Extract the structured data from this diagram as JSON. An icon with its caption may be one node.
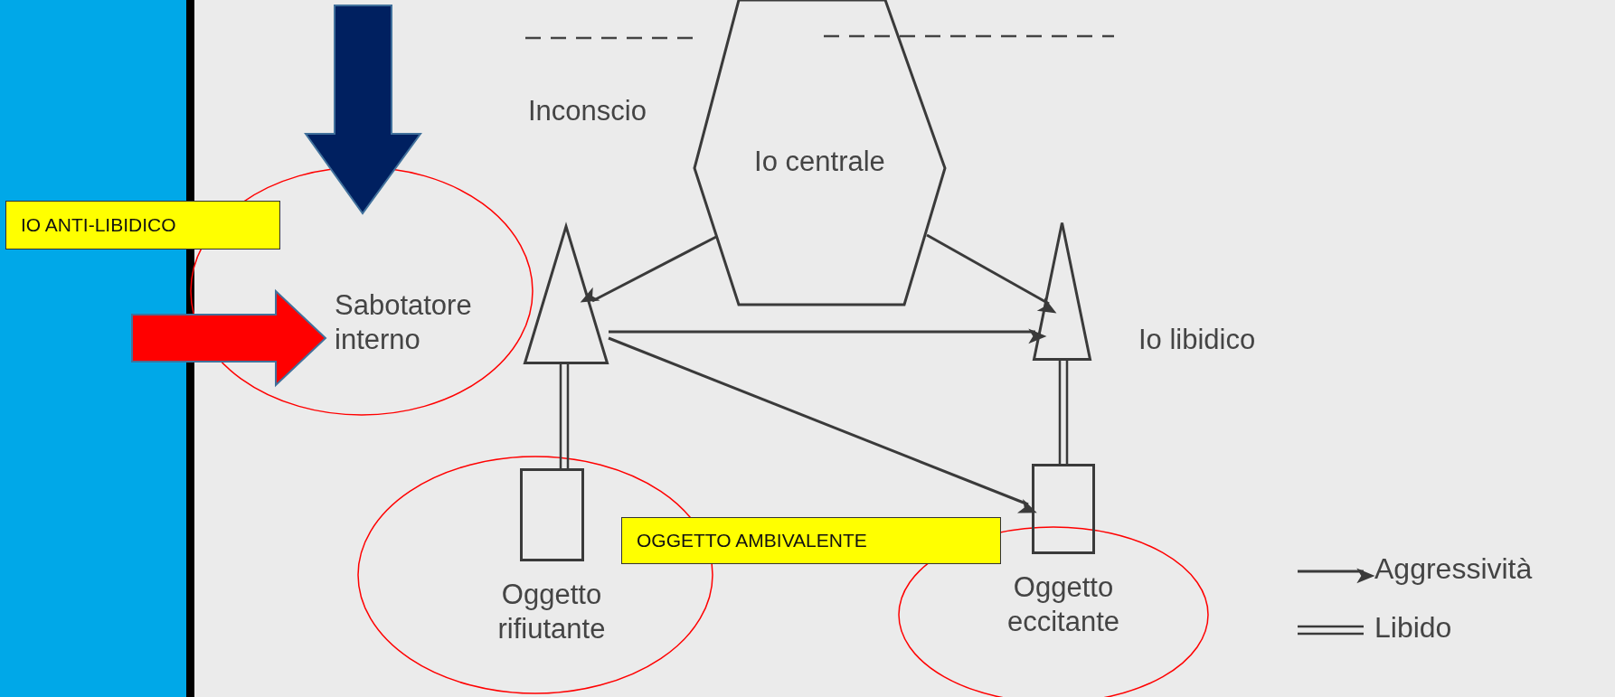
{
  "diagram": {
    "nodes": [
      {
        "text": [
          "Io centrale"
        ]
      },
      {
        "text": [
          "IO ANTI-LIBIDICO"
        ]
      },
      {
        "text": [],
        "shape": "triangle",
        "beside": [
          "Sabotatore interno"
        ]
      },
      {
        "text": [],
        "shape": "triangle",
        "beside": [
          "Io libidico"
        ]
      },
      {
        "text": [],
        "shape": "box",
        "beside": [
          "Oggetto rifiutante"
        ]
      },
      {
        "text": [
          "OGGETTO AMBIVALENTE"
        ]
      },
      {
        "text": [],
        "shape": "box",
        "beside": [
          "Oggetto eccitante"
        ]
      }
    ],
    "edges": [
      {
        "from": 0,
        "to": 2,
        "arrow": "to"
      },
      {
        "from": 0,
        "to": 3,
        "arrow": "to"
      },
      {
        "from": 2,
        "to": 3,
        "arrow": "to"
      },
      {
        "from": 2,
        "to": 6,
        "arrow": "to"
      },
      {
        "from": 2,
        "to": 4,
        "arrow": "none"
      },
      {
        "from": 3,
        "to": 6,
        "arrow": "none"
      },
      {
        "from": null,
        "to": 2,
        "arrow": "to",
        "style": "thick",
        "color": "#ff0000"
      }
    ],
    "labels": [
      "Inconscio"
    ],
    "legend": [
      {
        "text": "Aggressività"
      },
      {
        "text": "Libido"
      }
    ]
  }
}
